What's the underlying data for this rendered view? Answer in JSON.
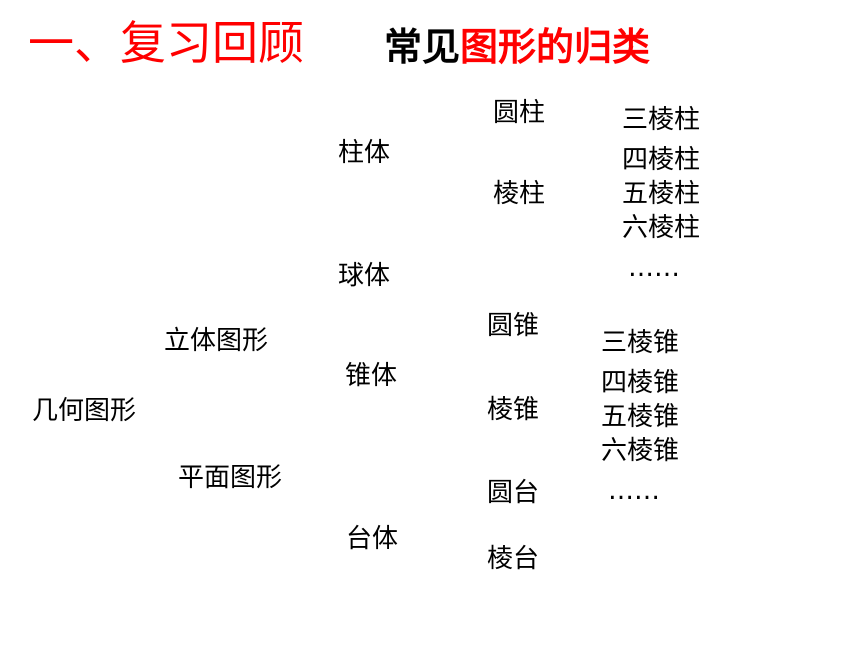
{
  "section_title": "一、复习回顾",
  "slide_title": {
    "black": "常见",
    "red": "图形的归类"
  },
  "accent_color": "#ff0000",
  "tree": {
    "root": "几何图形",
    "level1": {
      "solid": "立体图形",
      "plane": "平面图形"
    },
    "level2": {
      "prism": "柱体",
      "sphere": "球体",
      "cone": "锥体",
      "frustum": "台体"
    },
    "level3": {
      "cylinder": "圆柱",
      "prism_kind": "棱柱",
      "circular_cone": "圆锥",
      "pyramid": "棱锥",
      "circular_frustum": "圆台",
      "pyramid_frustum": "棱台"
    },
    "prisms": [
      "三棱柱",
      "四棱柱",
      "五棱柱",
      "六棱柱",
      "……"
    ],
    "pyramids": [
      "三棱锥",
      "四棱锥",
      "五棱锥",
      "六棱锥",
      "……"
    ]
  }
}
